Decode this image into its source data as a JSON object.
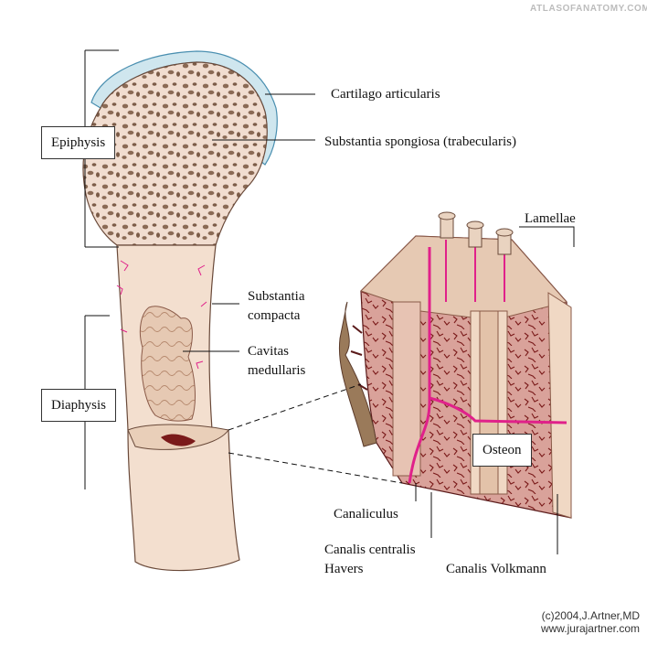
{
  "watermark": "ATLASOFANATOMY.COM",
  "labels": {
    "cartilago": "Cartilago articularis",
    "spongiosa": "Substantia spongiosa (trabecularis)",
    "lamellae": "Lamellae",
    "compacta_1": "Substantia",
    "compacta_2": "compacta",
    "cavitas_1": "Cavitas",
    "cavitas_2": "medullaris",
    "osteon": "Osteon",
    "canaliculus": "Canaliculus",
    "havers_1": "Canalis centralis",
    "havers_2": "Havers",
    "volkmann": "Canalis Volkmann"
  },
  "boxes": {
    "epiphysis": "Epiphysis",
    "diaphysis": "Diaphysis"
  },
  "credit": {
    "line1": "(c)2004,J.Artner,MD",
    "line2": "www.jurajartner.com"
  },
  "colors": {
    "bone": "#f3dfcf",
    "cartilage": "#cfe6ee",
    "trabecula_hole": "#8a6a55",
    "vessel": "#e0218a",
    "tissue_dark": "#7a1a1a",
    "tissue_pink": "#c98f8a"
  }
}
